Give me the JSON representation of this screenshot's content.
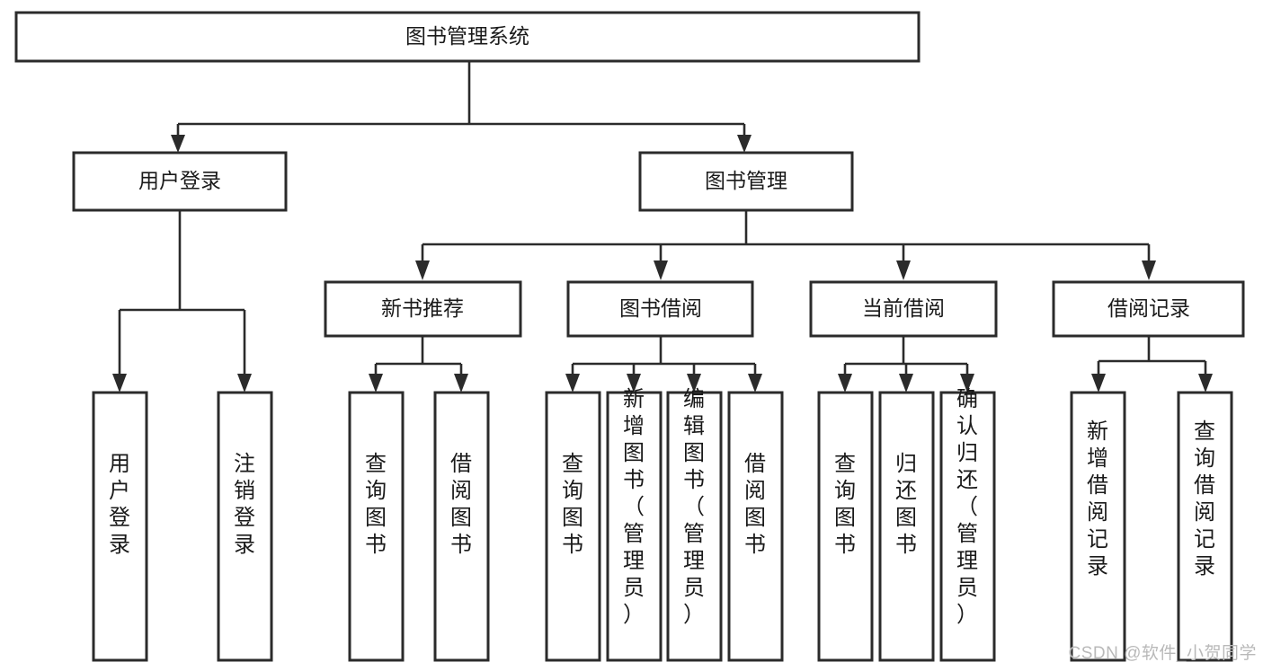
{
  "diagram": {
    "title": "图书管理系统",
    "type": "tree-hierarchy",
    "watermark": "CSDN @软件_小贺同学",
    "colors": {
      "stroke": "#2b2b2b",
      "fill": "#ffffff",
      "text": "#1a1a1a",
      "watermark": "#b9b9b9"
    },
    "levels": {
      "root": {
        "label": "图书管理系统"
      },
      "level2": [
        {
          "id": "user-login",
          "label": "用户登录"
        },
        {
          "id": "book-management",
          "label": "图书管理"
        }
      ],
      "level3": [
        {
          "id": "new-book-recommend",
          "label": "新书推荐",
          "parent": "book-management"
        },
        {
          "id": "book-borrow",
          "label": "图书借阅",
          "parent": "book-management"
        },
        {
          "id": "current-borrow",
          "label": "当前借阅",
          "parent": "book-management"
        },
        {
          "id": "borrow-record",
          "label": "借阅记录",
          "parent": "book-management"
        }
      ],
      "leaves": [
        {
          "id": "leaf-user-login",
          "label": "用户登录",
          "parent": "user-login"
        },
        {
          "id": "leaf-logout-login",
          "label": "注销登录",
          "parent": "user-login"
        },
        {
          "id": "leaf-query-book-1",
          "label": "查询图书",
          "parent": "new-book-recommend"
        },
        {
          "id": "leaf-borrow-book-1",
          "label": "借阅图书",
          "parent": "new-book-recommend"
        },
        {
          "id": "leaf-query-book-2",
          "label": "查询图书",
          "parent": "book-borrow"
        },
        {
          "id": "leaf-add-book",
          "label": "新增图书（管理员）",
          "parent": "book-borrow"
        },
        {
          "id": "leaf-edit-book",
          "label": "编辑图书（管理员）",
          "parent": "book-borrow"
        },
        {
          "id": "leaf-borrow-book-2",
          "label": "借阅图书",
          "parent": "book-borrow"
        },
        {
          "id": "leaf-query-book-3",
          "label": "查询图书",
          "parent": "current-borrow"
        },
        {
          "id": "leaf-return-book",
          "label": "归还图书",
          "parent": "current-borrow"
        },
        {
          "id": "leaf-confirm-return",
          "label": "确认归还（管理员）",
          "parent": "current-borrow"
        },
        {
          "id": "leaf-add-record",
          "label": "新增借阅记录",
          "parent": "borrow-record"
        },
        {
          "id": "leaf-query-record",
          "label": "查询借阅记录",
          "parent": "borrow-record"
        }
      ]
    }
  }
}
